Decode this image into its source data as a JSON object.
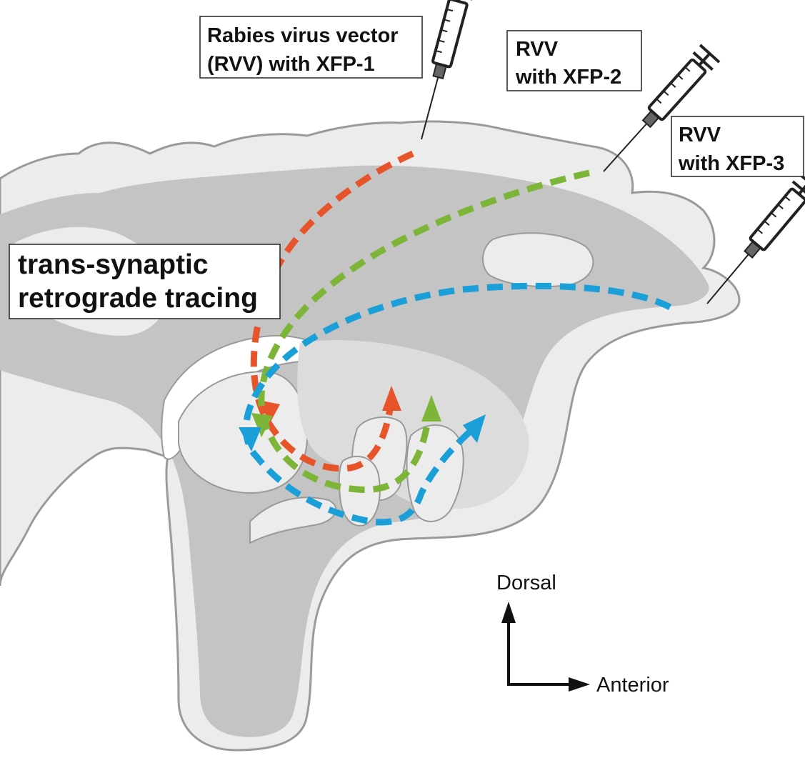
{
  "labels": {
    "injection_1": {
      "line1": "Rabies virus vector",
      "line2": "(RVV) with XFP-1"
    },
    "injection_2": {
      "line1": "RVV",
      "line2": "with XFP-2"
    },
    "injection_3": {
      "line1": "RVV",
      "line2": "with XFP-3"
    },
    "method": {
      "line1": "trans-synaptic",
      "line2": "retrograde tracing"
    }
  },
  "orientation": {
    "up_label": "Dorsal",
    "right_label": "Anterior"
  },
  "colors": {
    "tract_1": "#e8542a",
    "tract_2": "#7db538",
    "tract_3": "#1a9fd8",
    "brain_outer": "#ececec",
    "brain_inner": "#c4c4c4",
    "brain_outline": "#9a9a9a"
  },
  "icons": [
    "syringe-icon",
    "arrow-icon"
  ]
}
